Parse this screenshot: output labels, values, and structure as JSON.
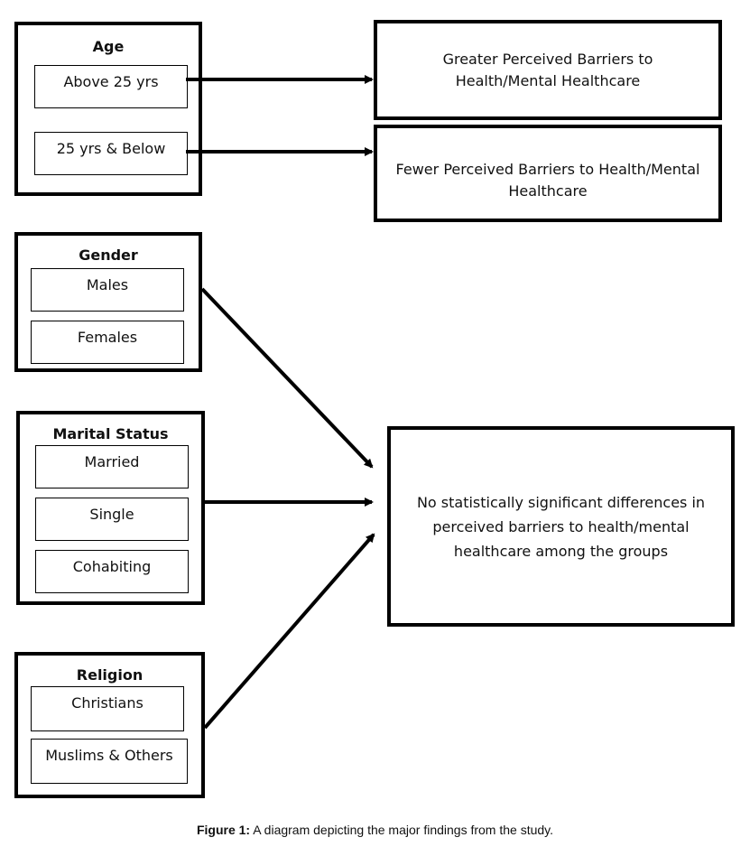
{
  "groups": {
    "age": {
      "title": "Age",
      "items": [
        "Above 25 yrs",
        "25 yrs & Below"
      ]
    },
    "gender": {
      "title": "Gender",
      "items": [
        "Males",
        "Females"
      ]
    },
    "marital": {
      "title": "Marital Status",
      "items": [
        "Married",
        "Single",
        "Cohabiting"
      ]
    },
    "religion": {
      "title": "Religion",
      "items": [
        "Christians",
        "Muslims & Others"
      ]
    }
  },
  "outcomes": {
    "greater": {
      "line1": "Greater Perceived Barriers to",
      "line2": "Health/Mental Healthcare"
    },
    "fewer": {
      "line1": "Fewer Perceived Barriers to Health/Mental",
      "line2": "Healthcare"
    },
    "no_diff": {
      "line1": "No statistically significant differences in",
      "line2": "perceived barriers to health/mental",
      "line3": "healthcare among the groups"
    }
  },
  "caption": {
    "label": "Figure 1:",
    "text": " A diagram depicting the major findings from the study."
  }
}
